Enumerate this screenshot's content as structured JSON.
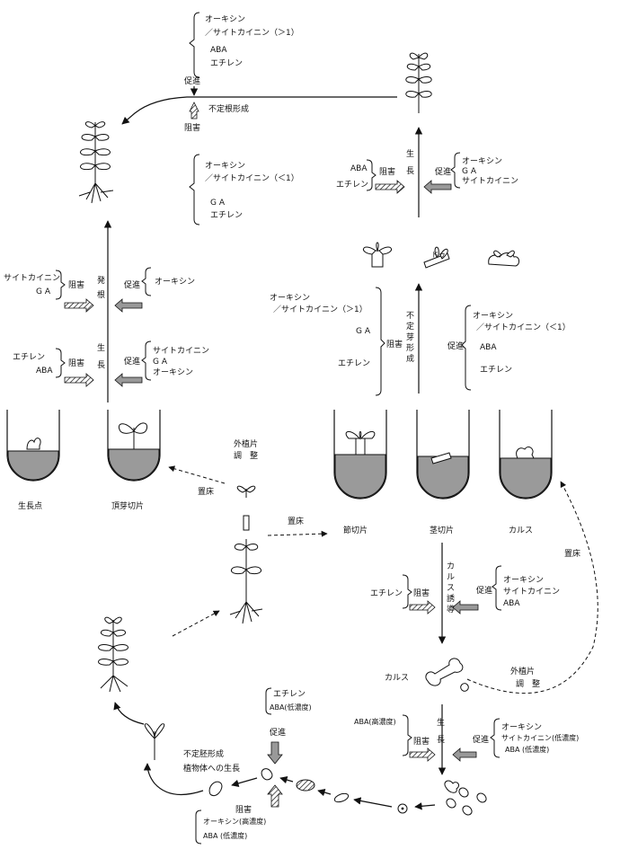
{
  "auxin_cytokinin_gt1": [
    "オーキシン",
    "／サイトカイニン（＞1）"
  ],
  "auxin_cytokinin_lt1": [
    "オーキシン",
    "／サイトカイニン（＜1）"
  ],
  "labels": {
    "ABA": "ABA",
    "ethylene": "エチレン",
    "GA": "G A",
    "auxin": "オーキシン",
    "cytokinin": "サイトカイニン",
    "promote": "促進",
    "inhibit": "阻害",
    "adventitious_root": "不定根形成",
    "grow_1": "生",
    "grow_2": "長",
    "root_1": "発",
    "root_2": "根",
    "adventitious_shoot": [
      "不",
      "定",
      "芽",
      "形",
      "成"
    ],
    "callus_induction": [
      "カ",
      "ル",
      "ス",
      "誘",
      "導"
    ],
    "growing_point": "生長点",
    "apical_cutting": "頂芽切片",
    "node_cutting": "節切片",
    "stem_cutting": "茎切片",
    "callus": "カルス",
    "callus_small": "カルス",
    "explant_1": "外植片",
    "explant_2": "調　整",
    "explant_b1": "外植片",
    "explant_b2": "調　整",
    "place_on_medium": "置床",
    "ABA_high": "ABA(高濃度)",
    "auxin_cytokinin_low": "サイトカイニン(低濃度)",
    "ABA_low": "ABA (低濃度)",
    "ABA_low_paren": "ABA(低濃度)",
    "auxin_high": "オーキシン(高濃度)",
    "ABA_low_b": "ABA (低濃度)",
    "embryo_1": "不定胚形成",
    "embryo_2": "植物体への生長"
  }
}
